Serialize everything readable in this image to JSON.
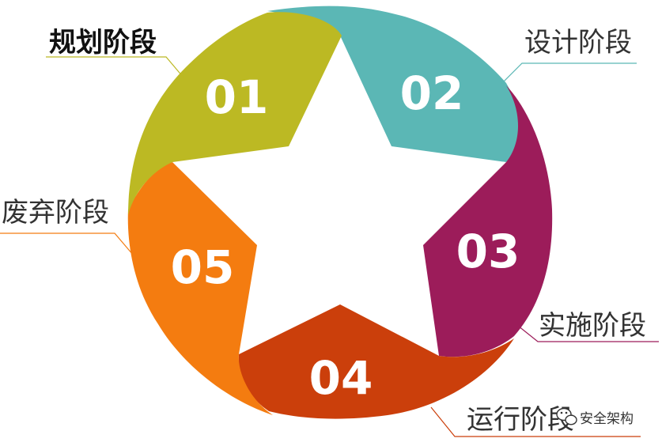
{
  "segments": [
    {
      "number": "01",
      "label": "规划阶段",
      "color": "#BCB923",
      "label_bold": true
    },
    {
      "number": "02",
      "label": "设计阶段",
      "color": "#5BB7B5",
      "label_bold": false
    },
    {
      "number": "03",
      "label": "实施阶段",
      "color": "#9C1C5A",
      "label_bold": false
    },
    {
      "number": "04",
      "label": "运行阶段",
      "color": "#CB3F0B",
      "label_bold": false
    },
    {
      "number": "05",
      "label": "废弃阶段",
      "color": "#F47C10",
      "label_bold": false
    }
  ],
  "watermark": {
    "text": "安全架构",
    "icon": "wechat-icon"
  }
}
